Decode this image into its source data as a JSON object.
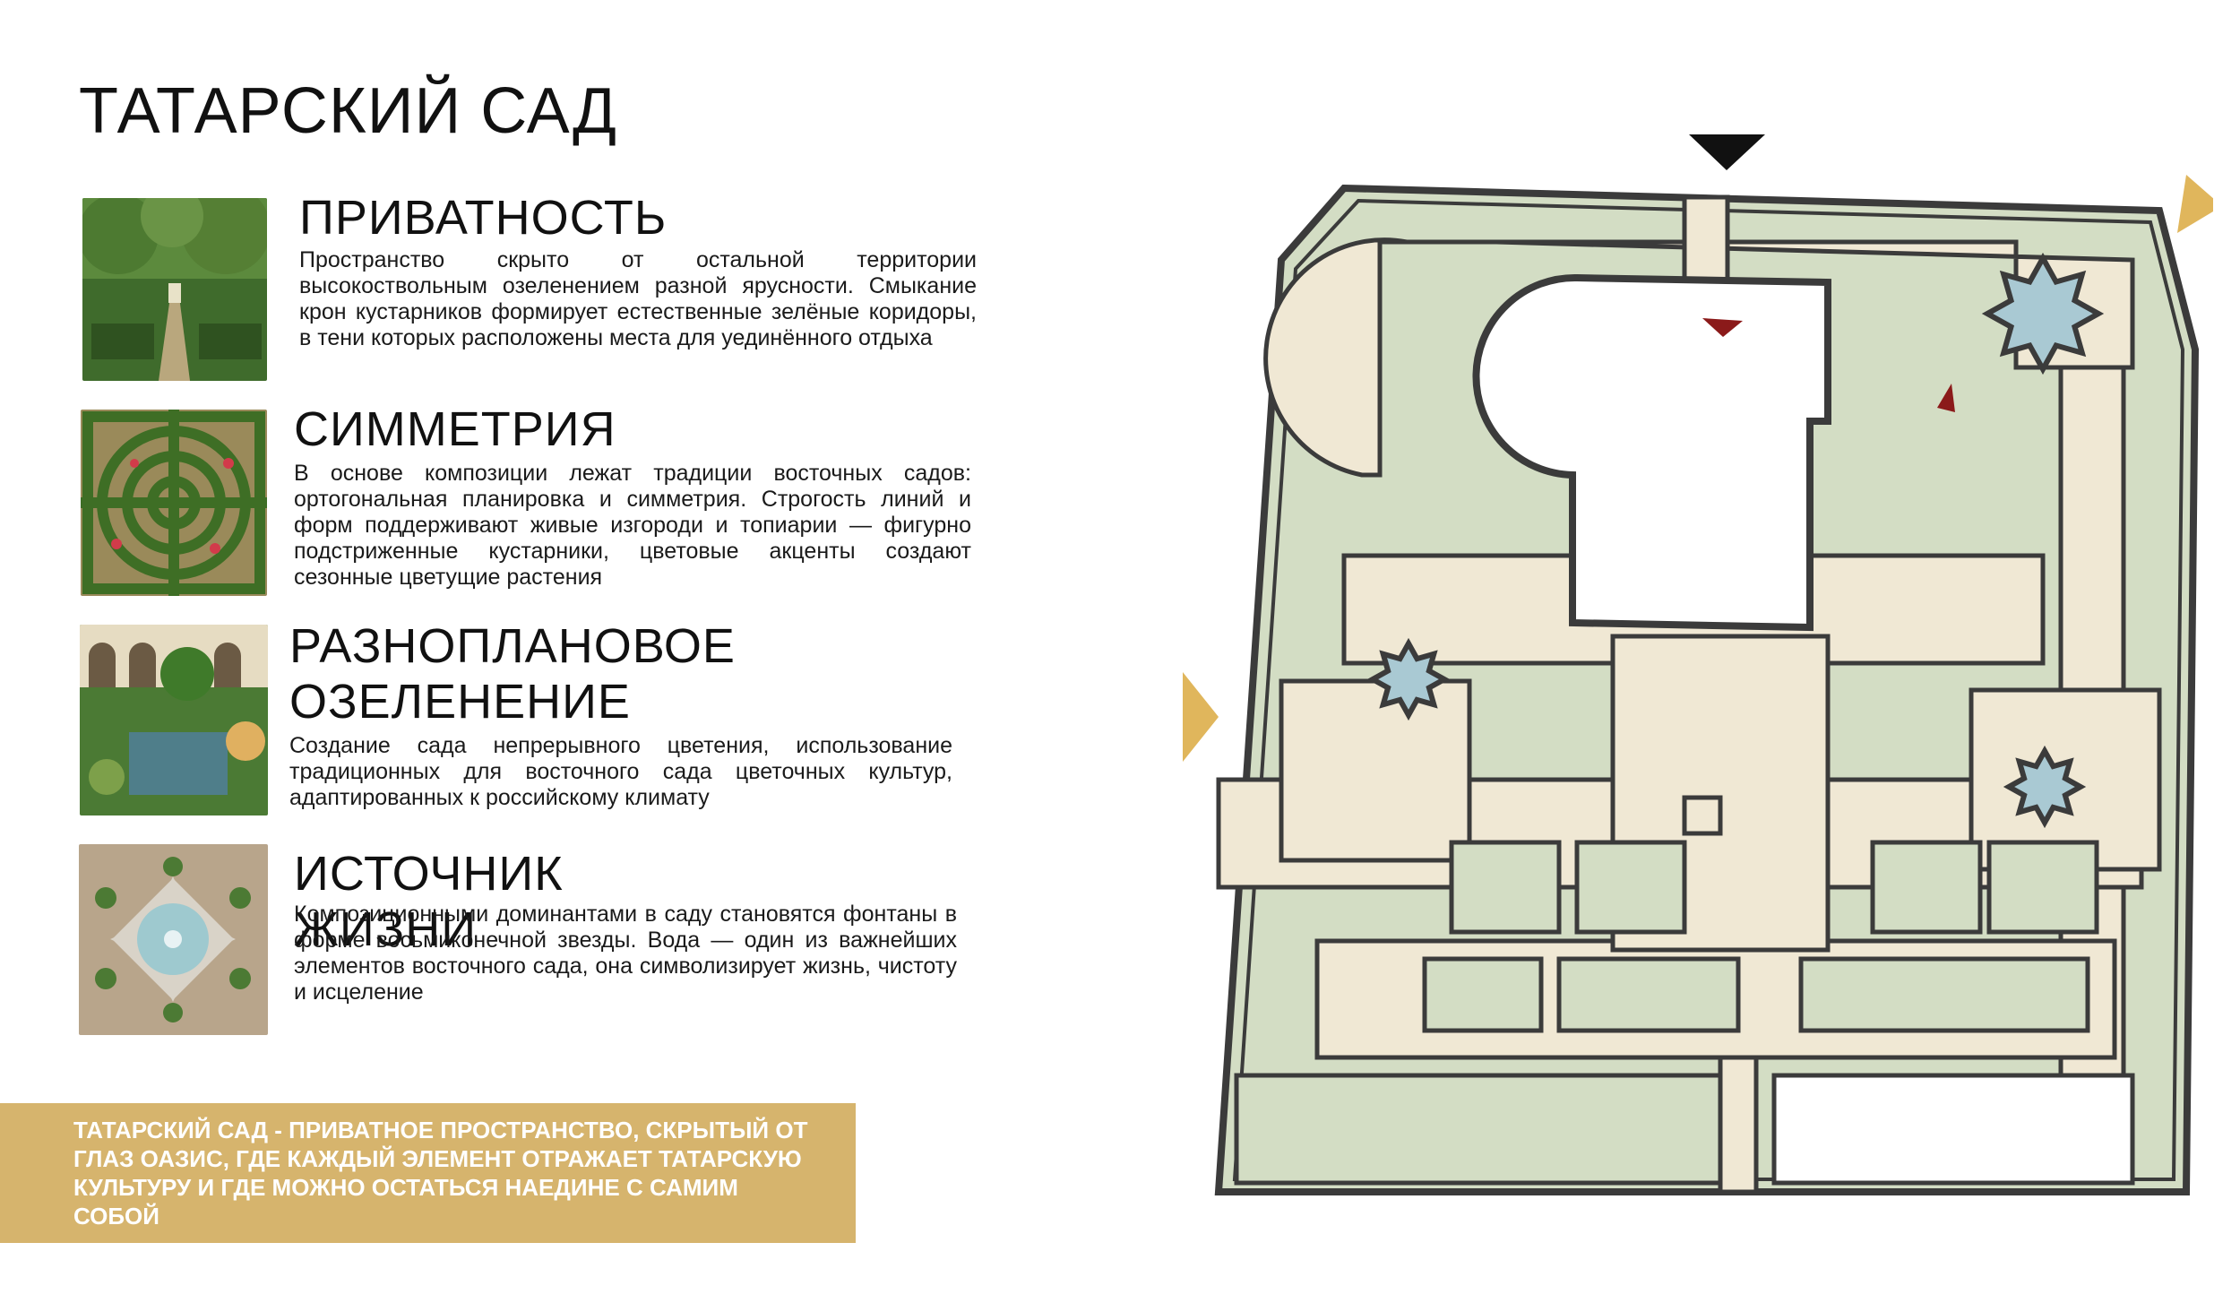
{
  "page": {
    "title": "ТАТАРСКИЙ САД"
  },
  "sections": [
    {
      "heading": "ПРИВАТНОСТЬ",
      "body": "Пространство скрыто от остальной территории высокоствольным озеленением разной ярусности. Смыкание крон кустарников формирует естественные зелёные коридоры, в тени которых расположены места для уединённого отдыха",
      "photo_icon": "garden-path-photo-icon"
    },
    {
      "heading": "СИММЕТРИЯ",
      "body": "В основе композиции лежат традиции восточных садов: ортогональная планировка и симметрия. Строгость линий и форм поддерживают живые изгороди и топиарии — фигурно подстриженные кустарники, цветовые акценты создают сезонные цветущие  растения",
      "photo_icon": "hedge-parterre-photo-icon"
    },
    {
      "heading": "РАЗНОПЛАНОВОЕ\nОЗЕЛЕНЕНИЕ",
      "body": "Создание сада непрерывного цветения, использование традиционных для восточного сада цветочных культур, адаптированных к российскому климату",
      "photo_icon": "courtyard-garden-photo-icon"
    },
    {
      "heading": "ИСТОЧНИК ЖИЗНИ",
      "body": "Композиционными доминантами в саду становятся фонтаны в форме восьмиконечной звезды. Вода — один из важнейших элементов восточного сада, она символизирует жизнь, чистоту и исцеление",
      "photo_icon": "star-fountain-photo-icon"
    }
  ],
  "banner": {
    "text": "ТАТАРСКИЙ САД - ПРИВАТНОЕ ПРОСТРАНСТВО, СКРЫТЫЙ ОТ ГЛАЗ ОАЗИС, ГДЕ КАЖДЫЙ ЭЛЕМЕНТ ОТРАЖАЕТ ТАТАРСКУЮ КУЛЬТУРУ И ГДЕ МОЖНО ОСТАТЬСЯ НАЕДИНЕ С САМИМ СОБОЙ",
    "color": "#d6b46d"
  },
  "plan": {
    "icon": "garden-plan-icon",
    "colors": {
      "lawn": "#d3ddc4",
      "path": "#f0e8d4",
      "hedge": "#aab79c",
      "outline": "#3b3b3b",
      "water": "#a9c9d3",
      "entry_marker": "#e0b65c",
      "main_entry_marker": "#111111",
      "view_marker": "#8b1a1a"
    }
  }
}
